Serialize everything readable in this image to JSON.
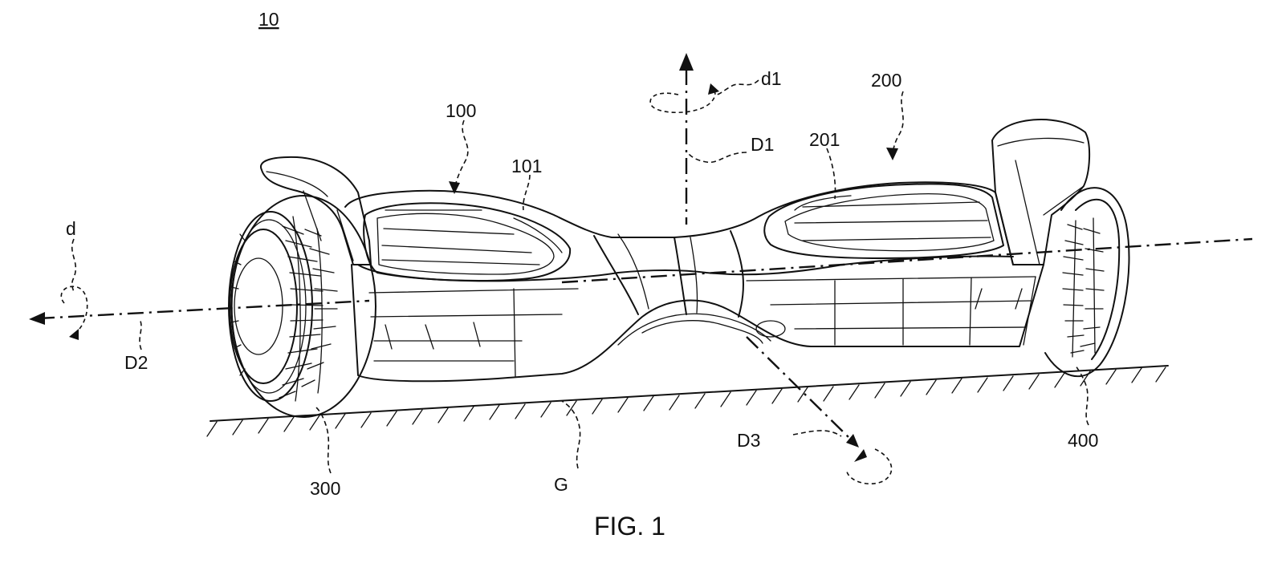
{
  "figure": {
    "caption": "FIG. 1",
    "assembly_ref": "10"
  },
  "labels": {
    "part_100": "100",
    "part_101": "101",
    "part_200": "200",
    "part_201": "201",
    "part_300": "300",
    "part_400": "400",
    "axis_d1": "D1",
    "axis_d2": "D2",
    "axis_d3": "D3",
    "rot_d1": "d1",
    "rot_d": "d",
    "ground": "G"
  },
  "colors": {
    "line": "#111111",
    "background": "#ffffff"
  }
}
